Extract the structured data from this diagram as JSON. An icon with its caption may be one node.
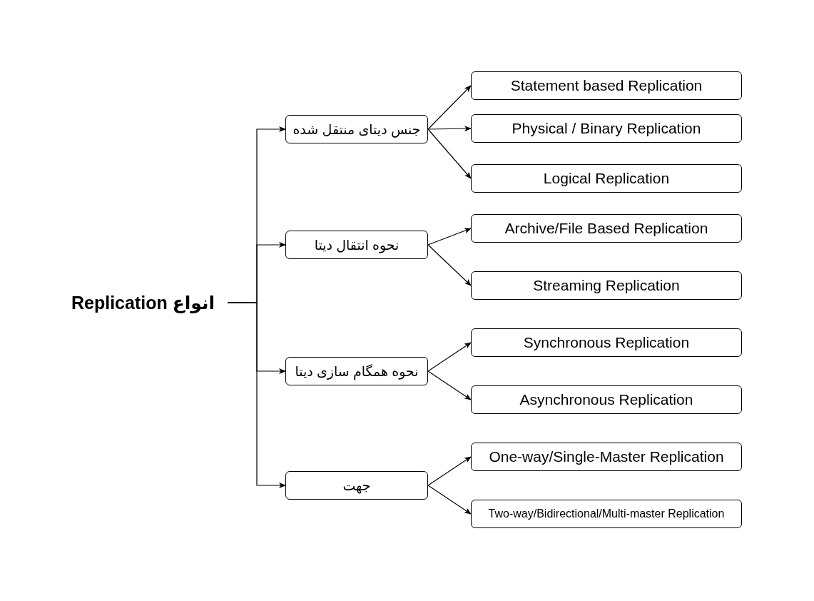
{
  "diagram": {
    "nodes": [
      {
        "text": [
          "انواع Replication"
        ]
      },
      {
        "text": [
          "جنس دیتای منتقل شده"
        ]
      },
      {
        "text": [
          "نحوه انتقال دیتا"
        ]
      },
      {
        "text": [
          "نحوه همگام سازی دیتا"
        ]
      },
      {
        "text": [
          "جهت"
        ]
      },
      {
        "text": [
          "Statement based Replication"
        ]
      },
      {
        "text": [
          "Physical / Binary Replication"
        ]
      },
      {
        "text": [
          "Logical Replication"
        ]
      },
      {
        "text": [
          "Archive/File Based Replication"
        ]
      },
      {
        "text": [
          "Streaming Replication"
        ]
      },
      {
        "text": [
          "Synchronous Replication"
        ]
      },
      {
        "text": [
          "Asynchronous Replication"
        ]
      },
      {
        "text": [
          "One-way/Single-Master Replication"
        ]
      },
      {
        "text": [
          "Two-way/Bidirectional/Multi-master Replication"
        ]
      }
    ],
    "edges": [
      {
        "from": 0,
        "to": 1,
        "arrow": "to"
      },
      {
        "from": 0,
        "to": 2,
        "arrow": "to"
      },
      {
        "from": 0,
        "to": 3,
        "arrow": "to"
      },
      {
        "from": 0,
        "to": 4,
        "arrow": "to"
      },
      {
        "from": 1,
        "to": 5,
        "arrow": "to"
      },
      {
        "from": 1,
        "to": 6,
        "arrow": "to"
      },
      {
        "from": 1,
        "to": 7,
        "arrow": "to"
      },
      {
        "from": 2,
        "to": 8,
        "arrow": "to"
      },
      {
        "from": 2,
        "to": 9,
        "arrow": "to"
      },
      {
        "from": 3,
        "to": 10,
        "arrow": "to"
      },
      {
        "from": 3,
        "to": 11,
        "arrow": "to"
      },
      {
        "from": 4,
        "to": 12,
        "arrow": "to"
      },
      {
        "from": 4,
        "to": 13,
        "arrow": "to"
      }
    ]
  }
}
